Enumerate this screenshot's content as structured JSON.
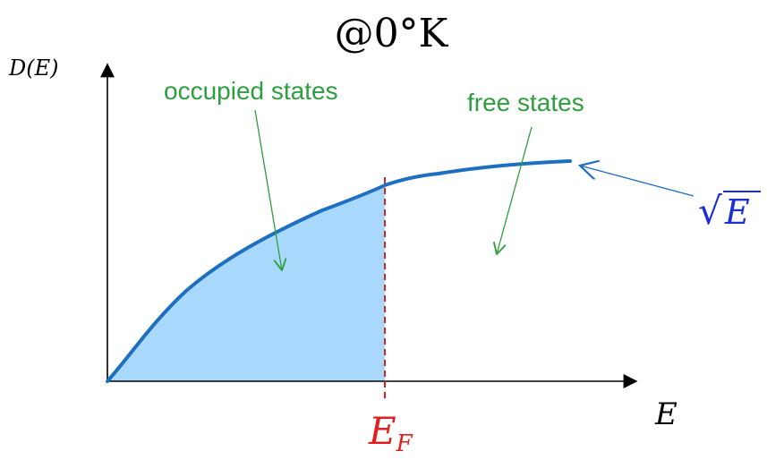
{
  "title": "@0°K",
  "axes": {
    "y_label": {
      "main": "D(E)"
    },
    "x_label": {
      "main": "E"
    }
  },
  "fermi_label": {
    "main": "E",
    "sub": "F"
  },
  "annotations": {
    "occupied": "occupied states",
    "free": "free states",
    "curve_formula": {
      "radical": "√",
      "symbol": "E"
    }
  },
  "colors": {
    "curve": "#1f6fc0",
    "fill": "#a8d8fc",
    "fermi_line": "#e02020",
    "annotation_text": "#2e9e3e",
    "formula": "#1a2ed8",
    "axis": "#000000"
  }
}
